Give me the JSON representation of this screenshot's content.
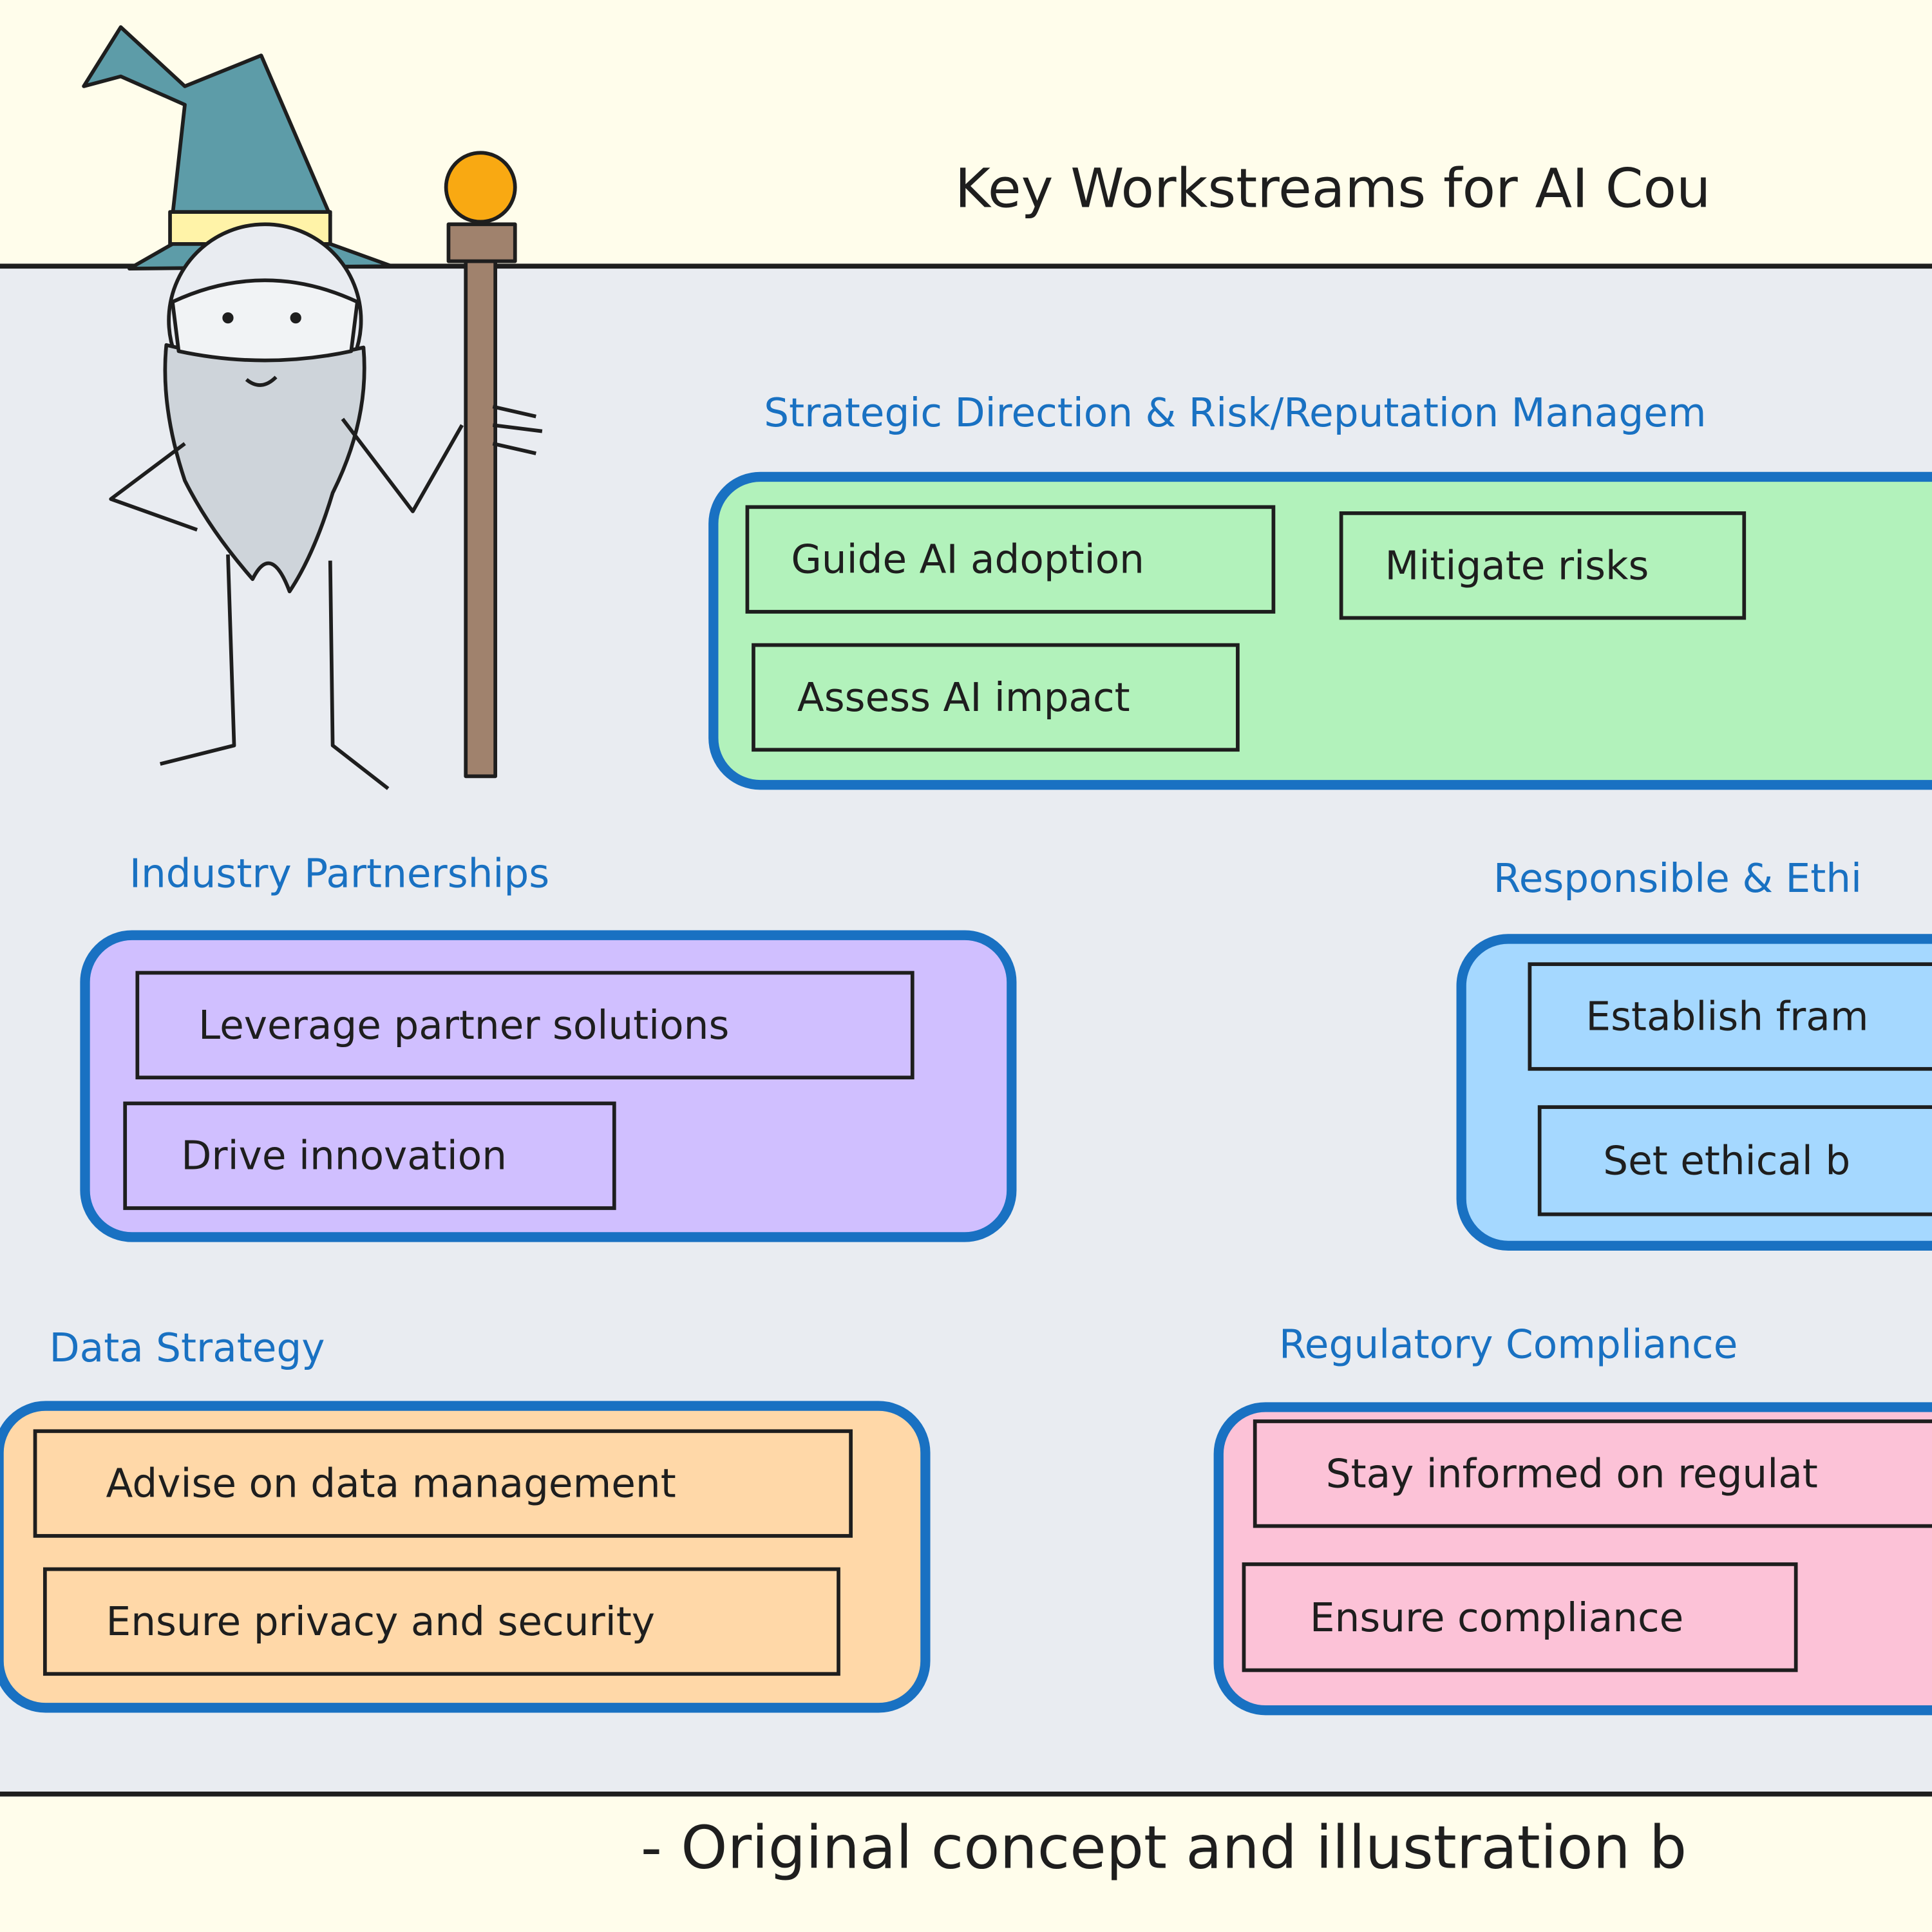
{
  "title": "Key Workstreams for AI Cou",
  "footer": "- Original concept and illustration b",
  "colors": {
    "heading": "#1971c2",
    "border": "#1971c2",
    "green": "#b2f2bb",
    "purple": "#d0bfff",
    "blue": "#a5d8ff",
    "orange": "#ffd8a8",
    "pink": "#fcc2d7",
    "panel": "#e9ecf1",
    "background": "#fffdeb"
  },
  "groups": {
    "strategic": {
      "heading": "Strategic Direction & Risk/Reputation Managem",
      "items": [
        "Guide AI adoption",
        "Mitigate risks",
        "Assess AI impact"
      ]
    },
    "industry": {
      "heading": "Industry Partnerships",
      "items": [
        "Leverage partner solutions",
        "Drive innovation"
      ]
    },
    "responsible": {
      "heading": "Responsible & Ethi",
      "items": [
        "Establish fram",
        "Set ethical b"
      ]
    },
    "data": {
      "heading": "Data Strategy",
      "items": [
        "Advise on data management",
        "Ensure privacy and security"
      ]
    },
    "regulatory": {
      "heading": "Regulatory Compliance",
      "items": [
        "Stay informed on regulat",
        "Ensure compliance"
      ]
    }
  },
  "illustration": "wizard-with-staff"
}
